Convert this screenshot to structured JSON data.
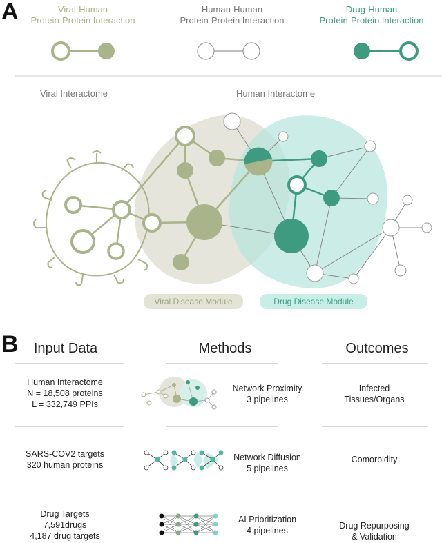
{
  "panel_a": {
    "letter": "A",
    "legend": [
      {
        "line1": "Viral-Human",
        "line2": "Protein-Protein Interaction",
        "color": "#a9b48a"
      },
      {
        "line1": "Human-Human",
        "line2": "Protein-Protein Interaction",
        "color": "#888888"
      },
      {
        "line1": "Drug-Human",
        "line2": "Protein-Protein Interaction",
        "color": "#3f9b80"
      }
    ],
    "viral_interactome_label": "Viral Interactome",
    "human_interactome_label": "Human Interactome",
    "viral_module_label": "Viral Disease Module",
    "drug_module_label": "Drug Disease Module"
  },
  "panel_b": {
    "letter": "B",
    "headers": {
      "input": "Input Data",
      "methods": "Methods",
      "outcomes": "Outcomes"
    },
    "rows": [
      {
        "input": [
          "Human Interactome",
          "N = 18,508 proteins",
          "L = 332,749 PPIs"
        ],
        "method": [
          "Network Proximity",
          "3 pipelines"
        ],
        "method_icon": "network-proximity-icon",
        "outcome": [
          "Infected",
          "Tissues/Organs"
        ]
      },
      {
        "input": [
          "SARS-COV2 targets",
          "320 human proteins"
        ],
        "method": [
          "Network Diffusion",
          "5 pipelines"
        ],
        "method_icon": "network-diffusion-icon",
        "outcome": [
          "Comorbidity"
        ]
      },
      {
        "input": [
          "Drug Targets",
          "7,591drugs",
          "4,187 drug targets"
        ],
        "method": [
          "AI Prioritization",
          "4 pipelines"
        ],
        "method_icon": "neural-network-icon",
        "outcome": [
          "Drug Repurposing",
          "& Validation"
        ]
      }
    ]
  },
  "colors": {
    "viral": "#a9b48a",
    "viral_fill": "#e4e4da",
    "drug": "#3f9b80",
    "drug_fill": "#c4ebe4",
    "human_node": "#bbbbbb"
  }
}
